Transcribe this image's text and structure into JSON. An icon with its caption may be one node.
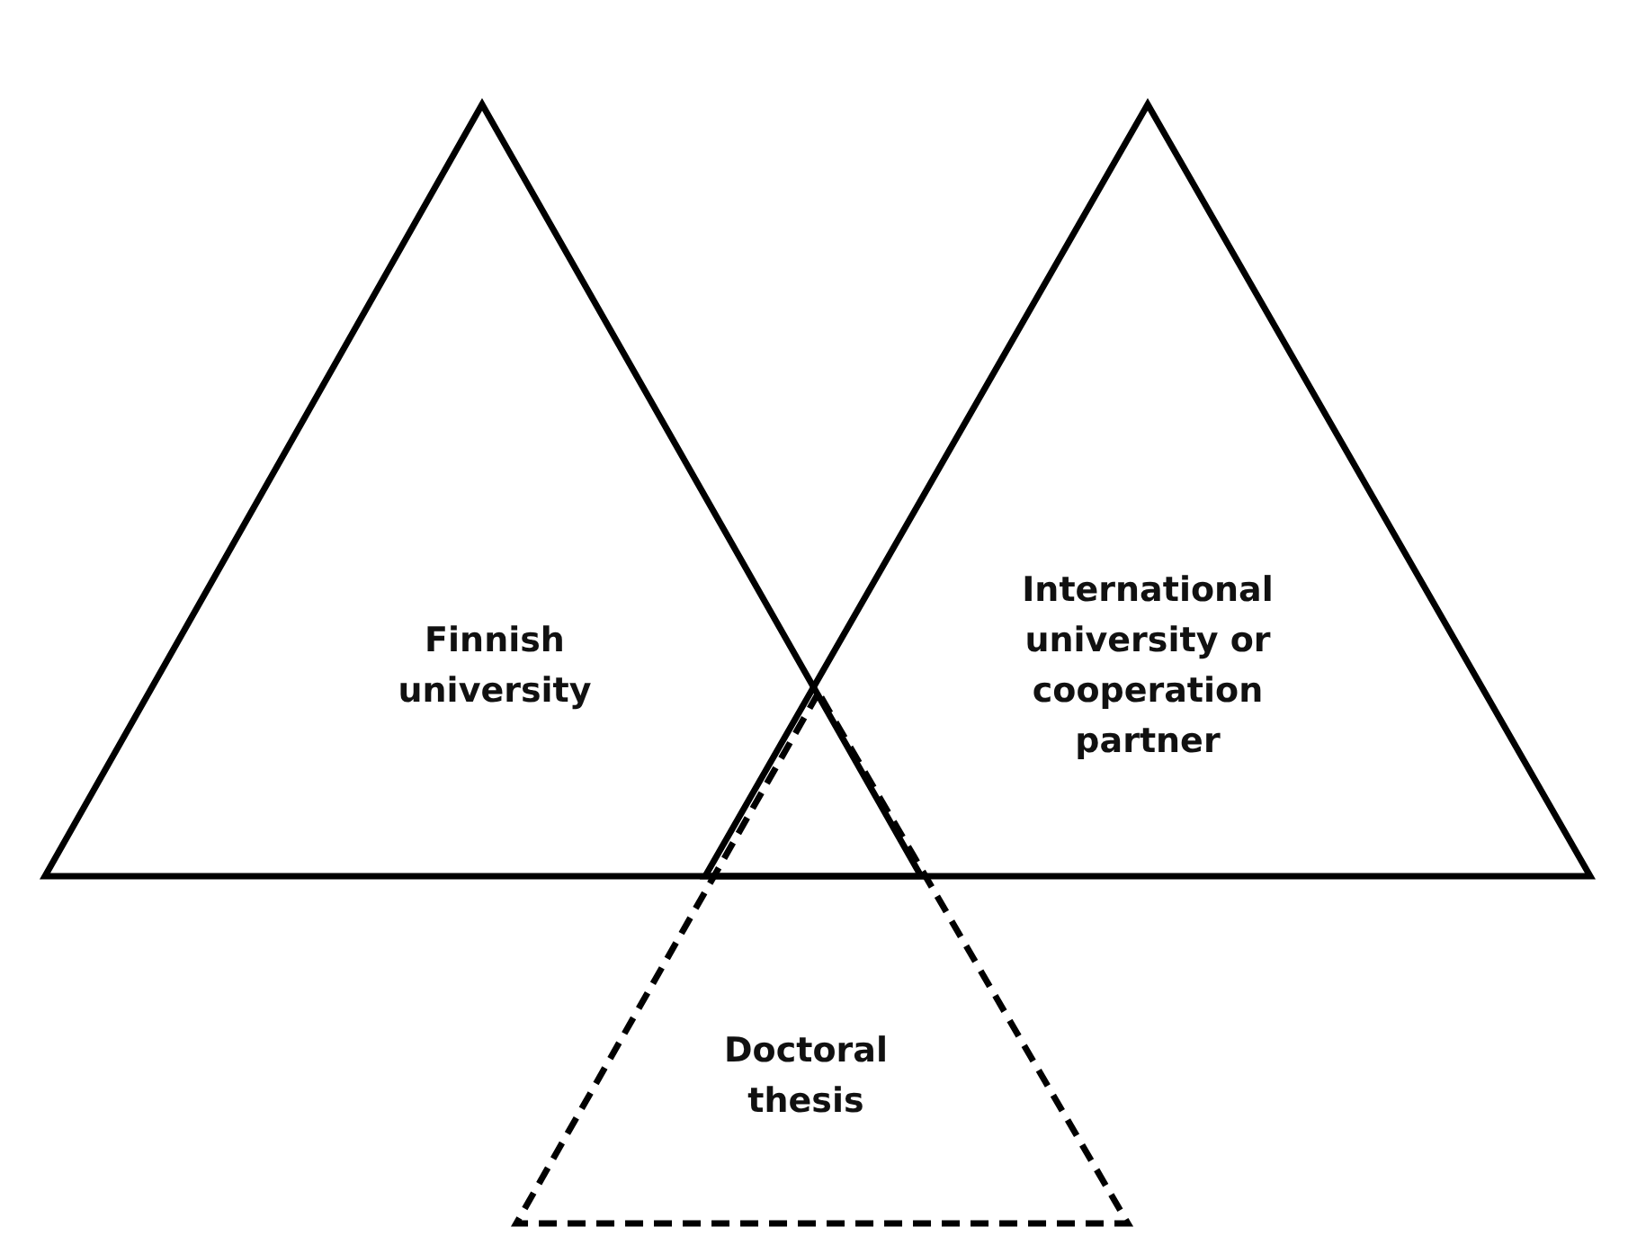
{
  "diagram": {
    "nodes": [
      {
        "text": [
          "Finnish university"
        ]
      },
      {
        "text": [
          "International university or cooperation partner"
        ]
      },
      {
        "text": [
          "Doctoral thesis"
        ]
      }
    ]
  }
}
